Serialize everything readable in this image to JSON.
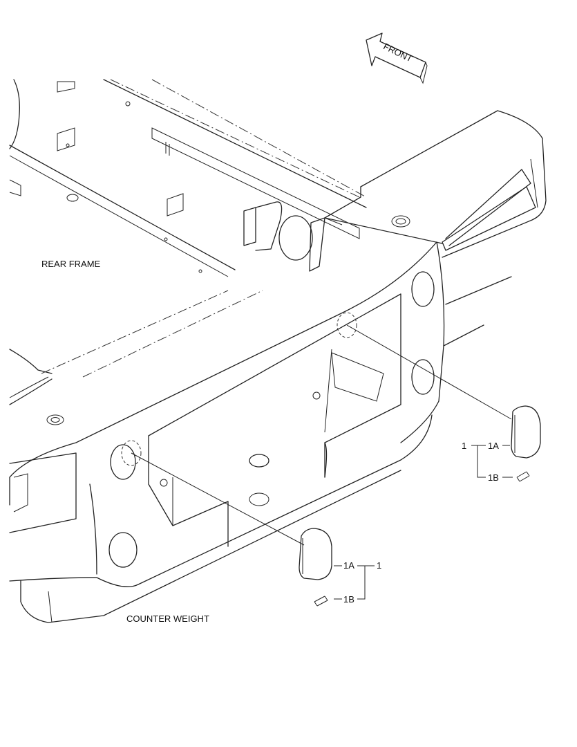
{
  "front_arrow": {
    "text": "FRONT"
  },
  "labels": {
    "rear_frame": "REAR FRAME",
    "counter_weight": "COUNTER WEIGHT"
  },
  "callouts_right": {
    "group": "1",
    "part_a": "1A",
    "part_b": "1B"
  },
  "callouts_bottom": {
    "group": "1",
    "part_a": "1A",
    "part_b": "1B"
  }
}
